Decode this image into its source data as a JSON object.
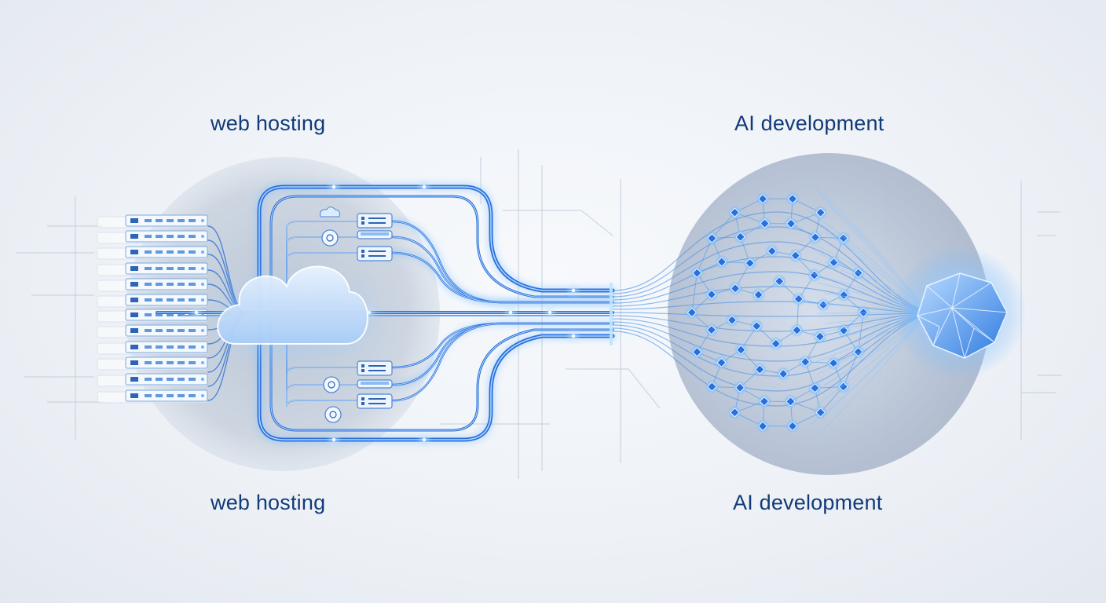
{
  "labels": {
    "web_hosting_top": "web hosting",
    "web_hosting_bottom": "web hosting",
    "ai_development_top": "AI development",
    "ai_development_bottom": "AI development"
  },
  "nodes": [
    {
      "id": "server-rack",
      "icon": "server-rack-icon"
    },
    {
      "id": "cloud",
      "icon": "cloud-icon"
    },
    {
      "id": "service-modules",
      "icon": "server-module-icon"
    },
    {
      "id": "neural-network",
      "icon": "neural-network-icon"
    },
    {
      "id": "ai-core",
      "icon": "polyhedron-icon"
    }
  ],
  "colors": {
    "label_text": "#123a78",
    "cable": "#2a6fdc",
    "glow": "#6fb4ff",
    "disc": "#c7d1de",
    "node": "#4a9af0"
  }
}
